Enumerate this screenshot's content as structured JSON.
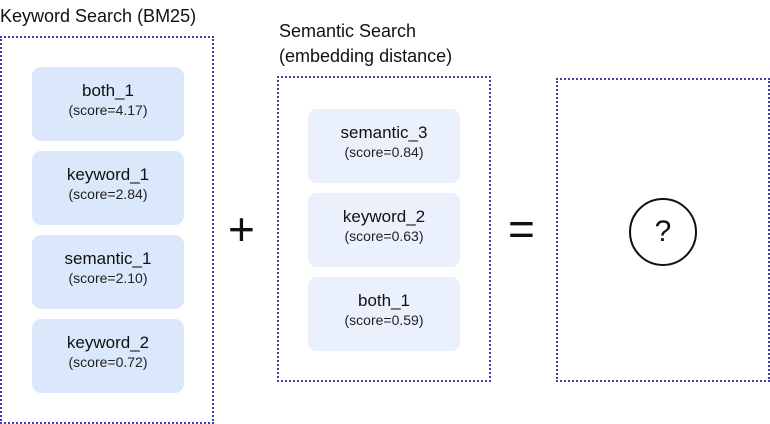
{
  "keyword_panel": {
    "title": "Keyword Search (BM25)",
    "items": [
      {
        "name": "both_1",
        "score": "(score=4.17)"
      },
      {
        "name": "keyword_1",
        "score": "(score=2.84)"
      },
      {
        "name": "semantic_1",
        "score": "(score=2.10)"
      },
      {
        "name": "keyword_2",
        "score": "(score=0.72)"
      }
    ]
  },
  "semantic_panel": {
    "title_line1": "Semantic Search",
    "title_line2": "(embedding distance)",
    "items": [
      {
        "name": "semantic_3",
        "score": "(score=0.84)"
      },
      {
        "name": "keyword_2",
        "score": "(score=0.63)"
      },
      {
        "name": "both_1",
        "score": "(score=0.59)"
      }
    ]
  },
  "operators": {
    "plus": "+",
    "equals": "="
  },
  "result_panel": {
    "symbol": "?"
  },
  "colors": {
    "keyword_card": "#dbe8fb",
    "semantic_card": "#eaf1fc",
    "panel_border": "#3f3fa8"
  }
}
